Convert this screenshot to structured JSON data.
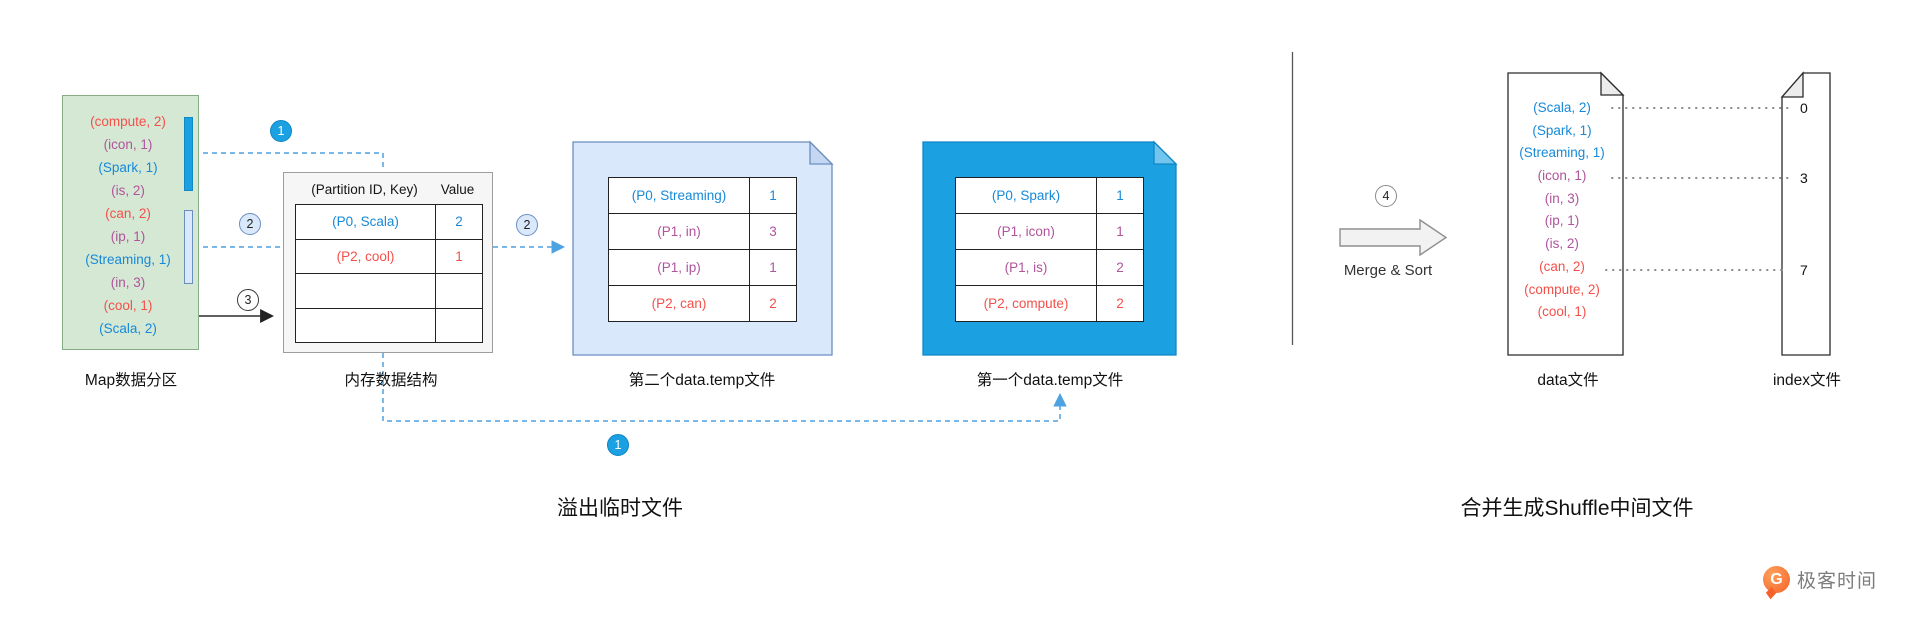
{
  "colors": {
    "red": "#f4504a",
    "blue": "#1789d8",
    "purple": "#b0549b",
    "shape-blue": "#1ba1e2",
    "light-blue": "#dae8fc",
    "light-blue-border": "#6c8ebf",
    "green": "#d5e8d4",
    "green-border": "#86ae86",
    "dash-blue": "#4da2e2",
    "gray-border": "#9e9e9e"
  },
  "steps": {
    "s1": "1",
    "s2": "2",
    "s3": "3",
    "s4": "4"
  },
  "map": {
    "label": "Map数据分区",
    "items": [
      {
        "text": "(compute, 2)",
        "color": "red"
      },
      {
        "text": "(icon, 1)",
        "color": "purple"
      },
      {
        "text": "(Spark, 1)",
        "color": "blue"
      },
      {
        "text": "(is, 2)",
        "color": "purple"
      },
      {
        "text": "(can, 2)",
        "color": "red"
      },
      {
        "text": "(ip, 1)",
        "color": "purple"
      },
      {
        "text": "(Streaming, 1)",
        "color": "blue"
      },
      {
        "text": "(in, 3)",
        "color": "purple"
      },
      {
        "text": "(cool, 1)",
        "color": "red"
      },
      {
        "text": "(Scala, 2)",
        "color": "blue"
      }
    ]
  },
  "memory": {
    "label": "内存数据结构",
    "header_key": "(Partition ID, Key)",
    "header_value": "Value",
    "rows": [
      {
        "key": "(P0, Scala)",
        "value": "2",
        "color": "blue"
      },
      {
        "key": "(P2, cool)",
        "value": "1",
        "color": "red"
      },
      {
        "key": "",
        "value": "",
        "color": "none"
      },
      {
        "key": "",
        "value": "",
        "color": "none"
      }
    ]
  },
  "temp2": {
    "label": "第二个data.temp文件",
    "rows": [
      {
        "key": "(P0, Streaming)",
        "value": "1",
        "color": "blue"
      },
      {
        "key": "(P1, in)",
        "value": "3",
        "color": "purple"
      },
      {
        "key": "(P1, ip)",
        "value": "1",
        "color": "purple"
      },
      {
        "key": "(P2, can)",
        "value": "2",
        "color": "red"
      }
    ]
  },
  "temp1": {
    "label": "第一个data.temp文件",
    "rows": [
      {
        "key": "(P0, Spark)",
        "value": "1",
        "color": "blue"
      },
      {
        "key": "(P1, icon)",
        "value": "1",
        "color": "purple"
      },
      {
        "key": "(P1, is)",
        "value": "2",
        "color": "purple"
      },
      {
        "key": "(P2, compute)",
        "value": "2",
        "color": "red"
      }
    ]
  },
  "merge": {
    "step": "4",
    "label": "Merge & Sort"
  },
  "datafile": {
    "label": "data文件",
    "items": [
      {
        "text": "(Scala, 2)",
        "color": "blue"
      },
      {
        "text": "(Spark, 1)",
        "color": "blue"
      },
      {
        "text": "(Streaming, 1)",
        "color": "blue"
      },
      {
        "text": "(icon, 1)",
        "color": "purple"
      },
      {
        "text": "(in, 3)",
        "color": "purple"
      },
      {
        "text": "(ip, 1)",
        "color": "purple"
      },
      {
        "text": "(is, 2)",
        "color": "purple"
      },
      {
        "text": "(can, 2)",
        "color": "red"
      },
      {
        "text": "(compute, 2)",
        "color": "red"
      },
      {
        "text": "(cool, 1)",
        "color": "red"
      }
    ]
  },
  "indexfile": {
    "label": "index文件",
    "values": [
      "0",
      "3",
      "7"
    ]
  },
  "captions": {
    "left": "溢出临时文件",
    "right": "合并生成Shuffle中间文件"
  },
  "logo": {
    "glyph": "G",
    "text": "极客时间"
  }
}
